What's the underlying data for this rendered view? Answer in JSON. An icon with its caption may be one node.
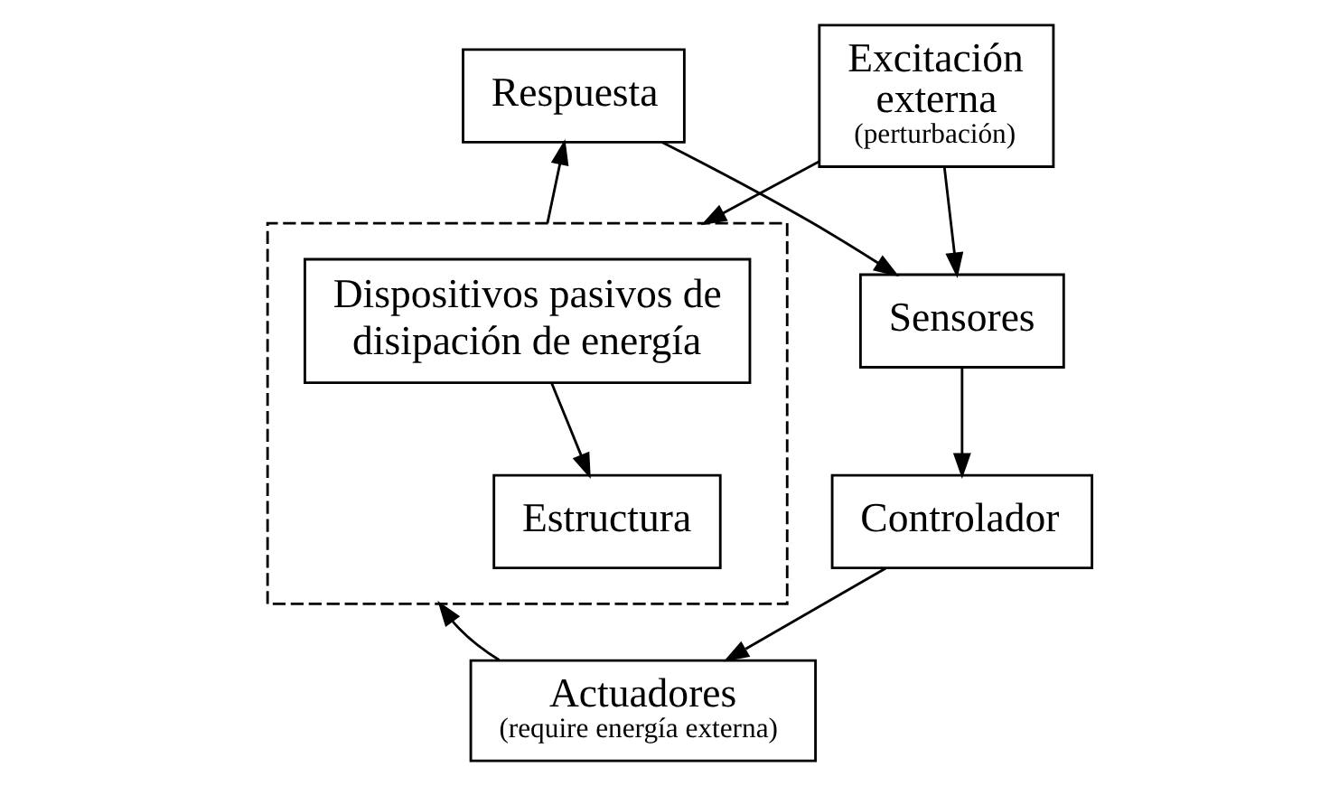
{
  "diagram": {
    "nodes": [
      {
        "text": [],
        "shape": "box"
      },
      {
        "text": [
          "Estructura"
        ],
        "in": 0
      },
      {
        "text": [
          "Dispositivos pasivos de disipación de energía"
        ],
        "in": 0
      },
      {
        "text": [
          "Excitación externa",
          "(perturbación)"
        ]
      },
      {
        "text": [
          "Sensores"
        ]
      },
      {
        "text": [
          "Respuesta"
        ]
      },
      {
        "text": [
          "Actuadores",
          "(require energía externa)"
        ]
      },
      {
        "text": [
          "Controlador"
        ]
      }
    ],
    "edges": [
      {
        "from": 2,
        "to": 1,
        "arrow": "to"
      },
      {
        "from": 3,
        "to": 0,
        "arrow": "to"
      },
      {
        "from": 6,
        "to": 0,
        "arrow": "to"
      },
      {
        "from": 0,
        "to": 5,
        "arrow": "to"
      },
      {
        "from": 3,
        "to": 4,
        "arrow": "to"
      },
      {
        "from": 5,
        "to": 4,
        "arrow": "to"
      },
      {
        "from": 4,
        "to": 7,
        "arrow": "to"
      },
      {
        "from": 7,
        "to": 6,
        "arrow": "to"
      }
    ]
  }
}
